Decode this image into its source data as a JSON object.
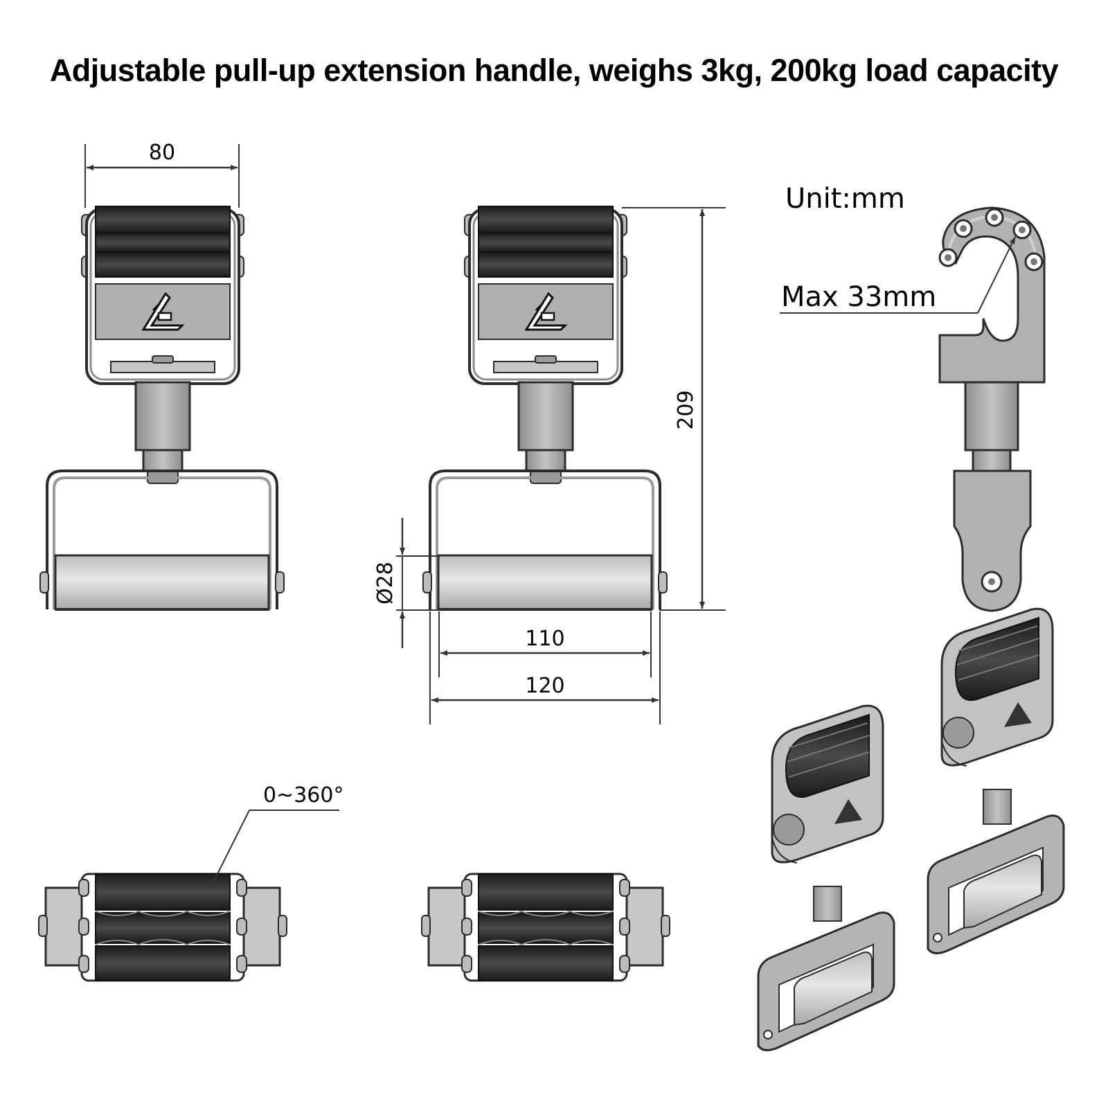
{
  "title": "Adjustable pull-up extension handle, weighs 3kg, 200kg load capacity",
  "unit_label": "Unit:mm",
  "dimensions": {
    "top_width": "80",
    "total_height": "209",
    "grip_diameter": "Ø28",
    "inner_width": "110",
    "outer_width": "120",
    "max_opening": "Max 33mm",
    "rotation": "0~360°"
  },
  "colors": {
    "outline": "#2b2b2b",
    "metal": "#b2b2b2",
    "metal_dark": "#8d8d8d",
    "metal_light": "#d9d9d9",
    "rubber": "#3a3a3a",
    "rubber_dark": "#1e1e1e",
    "dimension_line": "#333333"
  },
  "icons": [
    "logo-icon"
  ]
}
